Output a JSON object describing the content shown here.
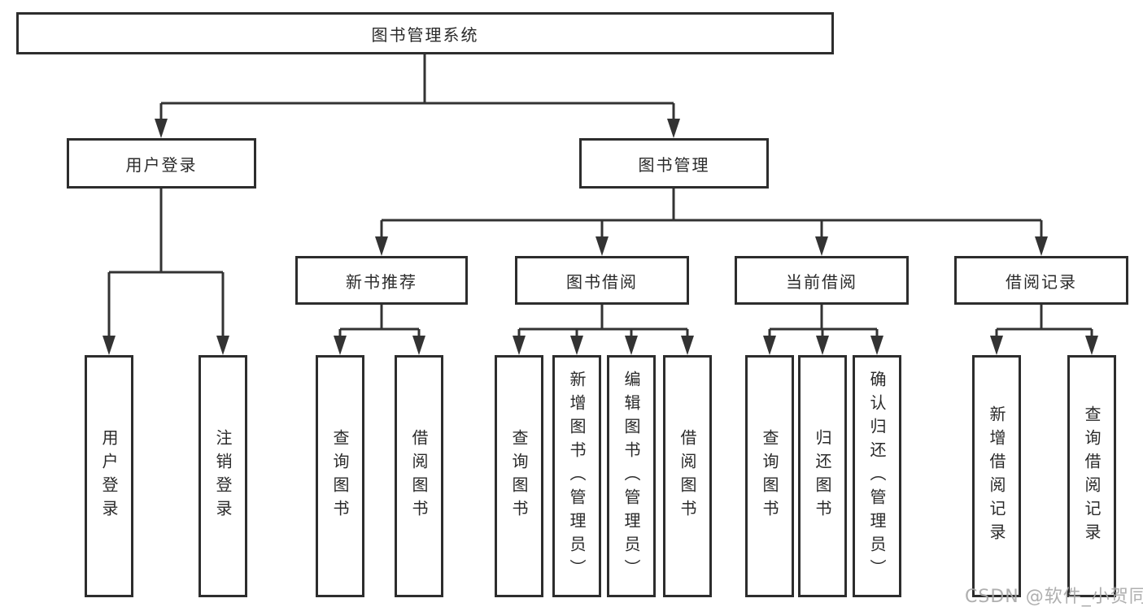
{
  "diagram_title": "图书管理系统",
  "tree": {
    "label": "图书管理系统",
    "children": [
      {
        "label": "用户登录",
        "children": [
          {
            "label": "用户登录"
          },
          {
            "label": "注销登录"
          }
        ]
      },
      {
        "label": "图书管理",
        "children": [
          {
            "label": "新书推荐",
            "children": [
              {
                "label": "查询图书"
              },
              {
                "label": "借阅图书"
              }
            ]
          },
          {
            "label": "图书借阅",
            "children": [
              {
                "label": "查询图书"
              },
              {
                "label": "新增图书（管理员）"
              },
              {
                "label": "编辑图书（管理员）"
              },
              {
                "label": "借阅图书"
              }
            ]
          },
          {
            "label": "当前借阅",
            "children": [
              {
                "label": "查询图书"
              },
              {
                "label": "归还图书"
              },
              {
                "label": "确认归还（管理员）"
              }
            ]
          },
          {
            "label": "借阅记录",
            "children": [
              {
                "label": "新增借阅记录"
              },
              {
                "label": "查询借阅记录"
              }
            ]
          }
        ]
      }
    ]
  },
  "watermark": {
    "text": "CSDN @软件_小贺同学"
  },
  "colors": {
    "line": "#333333",
    "box_border": "#2d2d2d",
    "text": "#2a2a2a",
    "background": "#ffffff",
    "watermark": "#a8a8a8"
  }
}
